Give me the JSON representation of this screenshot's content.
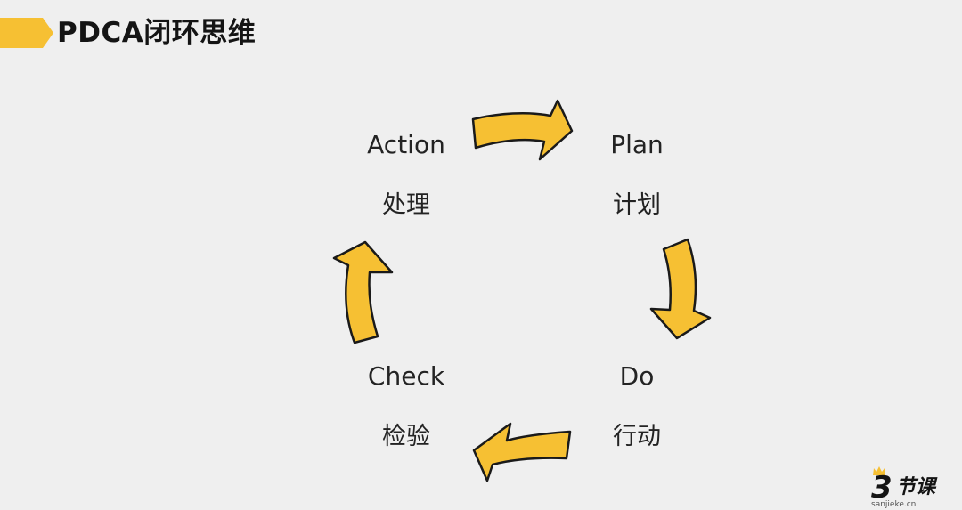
{
  "title": "PDCA闭环思维",
  "colors": {
    "accent": "#F6C033",
    "arrow_stroke": "#1a1a1a",
    "background": "#EFEFEF",
    "text": "#232323"
  },
  "cycle": {
    "action": {
      "en": "Action",
      "cn": "处理"
    },
    "plan": {
      "en": "Plan",
      "cn": "计划"
    },
    "do": {
      "en": "Do",
      "cn": "行动"
    },
    "check": {
      "en": "Check",
      "cn": "检验"
    }
  },
  "arrows": [
    {
      "from": "action",
      "to": "plan",
      "icon": "curved-arrow-right-icon"
    },
    {
      "from": "plan",
      "to": "do",
      "icon": "curved-arrow-down-icon"
    },
    {
      "from": "do",
      "to": "check",
      "icon": "curved-arrow-left-icon"
    },
    {
      "from": "check",
      "to": "action",
      "icon": "curved-arrow-up-icon"
    }
  ],
  "logo": {
    "number": "3",
    "name": "节课",
    "url": "sanjieke.cn"
  }
}
